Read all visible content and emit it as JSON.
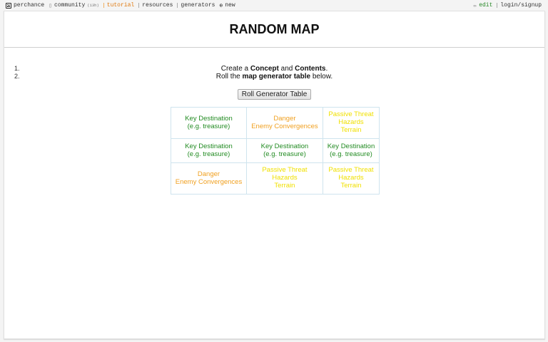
{
  "topbar": {
    "left": [
      {
        "label": "perchance",
        "icon": "dice-icon"
      },
      {
        "label": "community",
        "icon": "chat-icon",
        "badge": "(13h)"
      },
      {
        "label": "tutorial",
        "icon": "book-icon"
      },
      {
        "label": "resources",
        "icon": "resources-icon"
      },
      {
        "label": "generators",
        "icon": "generators-icon"
      },
      {
        "label": "new",
        "icon": "plus-circle-icon"
      }
    ],
    "right": [
      {
        "label": "edit",
        "icon": "pencil-icon"
      },
      {
        "label": "login/signup",
        "icon": "user-icon"
      }
    ]
  },
  "page": {
    "title": "RANDOM MAP",
    "steps": [
      {
        "num": "1.",
        "parts": [
          "Create a ",
          "Concept",
          " and ",
          "Contents",
          "."
        ]
      },
      {
        "num": "2.",
        "parts": [
          "Roll the ",
          "map generator table",
          " below."
        ]
      }
    ],
    "button_label": "Roll Generator Table"
  },
  "colors": {
    "key_destination": "#228b22",
    "danger": "#f0a020",
    "passive_threat": "#f0e000",
    "tutorial_link": "#e07a10",
    "edit_link": "#2a8a2a",
    "table_border": "#cfe4ee"
  },
  "grid": [
    [
      {
        "type": "key",
        "lines": [
          "Key Destination",
          "(e.g. treasure)"
        ]
      },
      {
        "type": "danger",
        "lines": [
          "Danger",
          "Enemy Convergences"
        ]
      },
      {
        "type": "passive",
        "lines": [
          "Passive Threat",
          "Hazards",
          "Terrain"
        ]
      }
    ],
    [
      {
        "type": "key",
        "lines": [
          "Key Destination",
          "(e.g. treasure)"
        ]
      },
      {
        "type": "key",
        "lines": [
          "Key Destination",
          "(e.g. treasure)"
        ]
      },
      {
        "type": "key",
        "lines": [
          "Key Destination",
          "(e.g. treasure)"
        ]
      }
    ],
    [
      {
        "type": "danger",
        "lines": [
          "Danger",
          "Enemy Convergences"
        ]
      },
      {
        "type": "passive",
        "lines": [
          "Passive Threat",
          "Hazards",
          "Terrain"
        ]
      },
      {
        "type": "passive",
        "lines": [
          "Passive Threat",
          "Hazards",
          "Terrain"
        ]
      }
    ]
  ]
}
